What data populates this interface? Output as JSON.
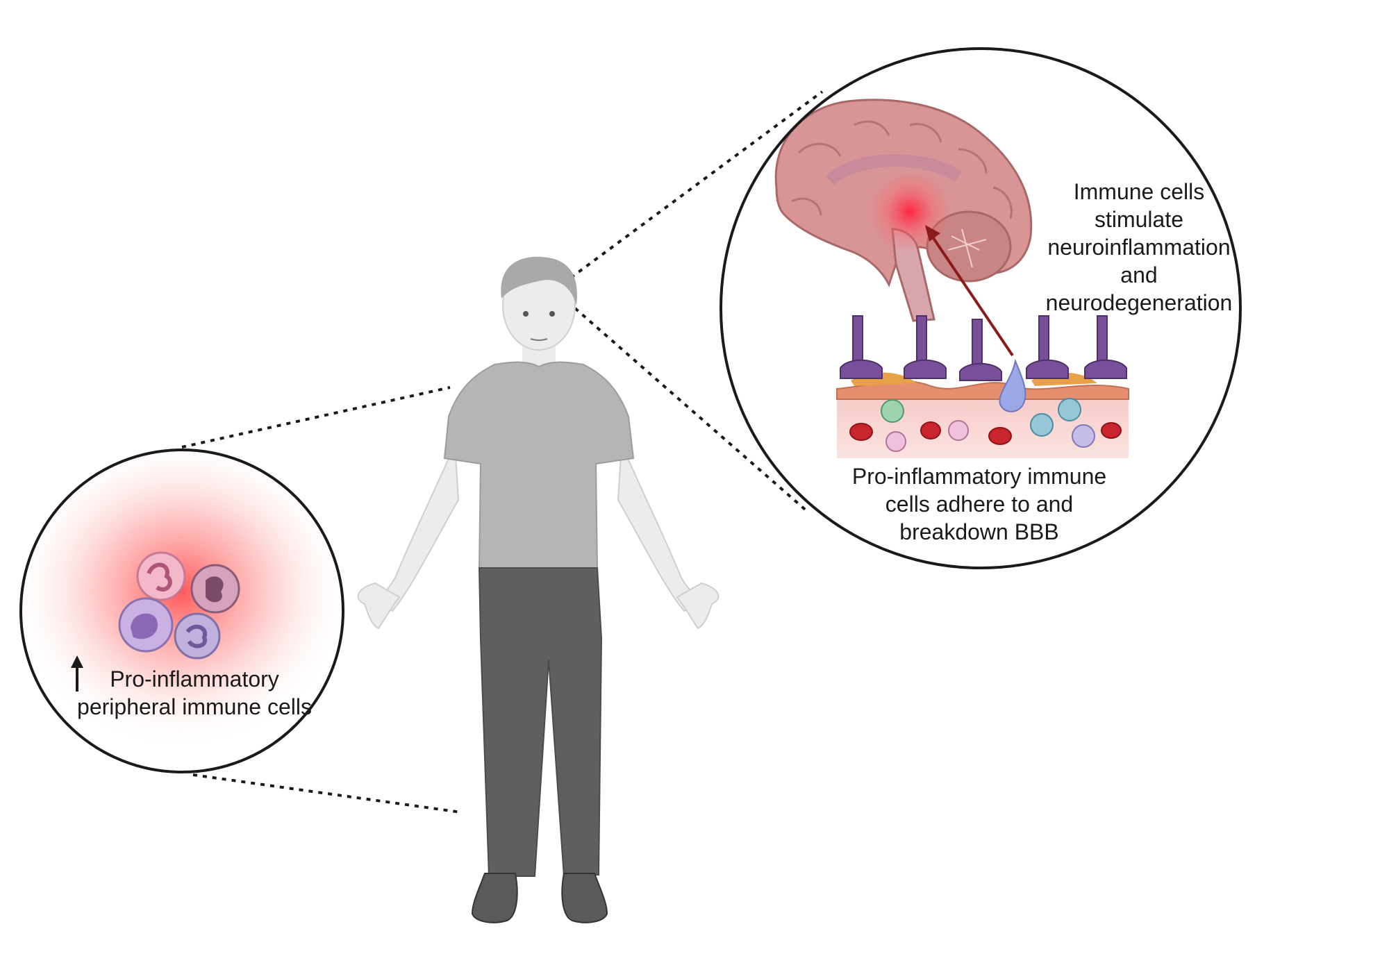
{
  "labels": {
    "peripheral": {
      "line1": "Pro-inflammatory",
      "line2": "peripheral immune cells"
    },
    "bbb": {
      "line1": "Pro-inflammatory immune",
      "line2": "cells adhere to and",
      "line3": "breakdown BBB"
    },
    "neuro": {
      "line1": "Immune cells",
      "line2": "stimulate",
      "line3": "neuroinflammation",
      "line4": "and",
      "line5": "neurodegeneration"
    }
  },
  "colors": {
    "inflammation_red": "#ff3b3b",
    "brain_pink": "#d99595",
    "astrocyte_purple": "#7a4f99",
    "blood_red": "#c9252e",
    "shirt_gray": "#b5b5b5",
    "pants_gray": "#5f5f5f",
    "arrow_dark_red": "#8b1a1a"
  },
  "icons": [
    "up-arrow-icon",
    "neutrophil-icon",
    "monocyte-icon",
    "red-blood-cell-icon",
    "t-cell-icon",
    "brain-icon",
    "human-figure-icon"
  ]
}
